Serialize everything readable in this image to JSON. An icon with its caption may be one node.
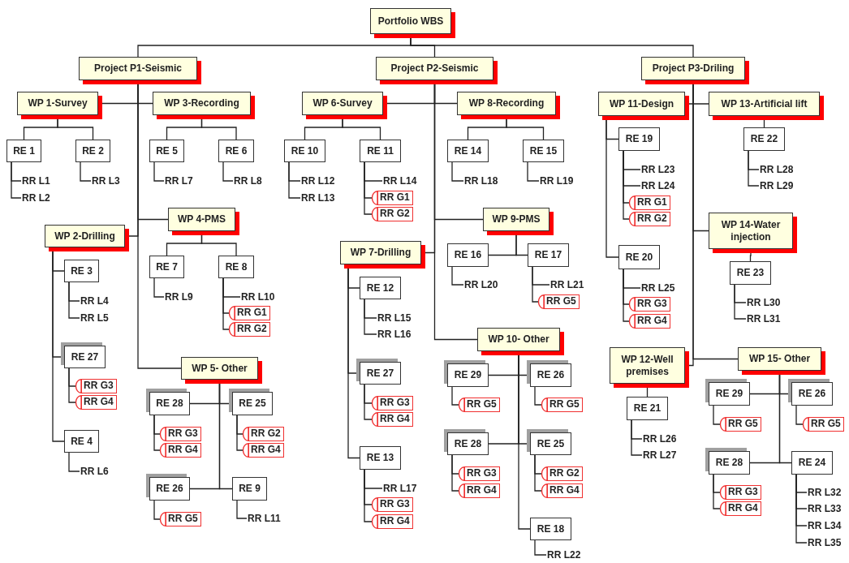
{
  "diagram": {
    "nodes": [
      {
        "text": [
          "Portfolio WBS"
        ]
      },
      {
        "text": [
          "Project P1-Seismic"
        ]
      },
      {
        "text": [
          "WP 1-Survey"
        ]
      },
      {
        "text": [
          "RE 1"
        ]
      },
      {
        "text": [
          "RR L1"
        ]
      },
      {
        "text": [
          "RR L2"
        ]
      },
      {
        "text": [
          "RE 2"
        ]
      },
      {
        "text": [
          "RR L3"
        ]
      },
      {
        "text": [
          "WP 3-Recording"
        ]
      },
      {
        "text": [
          "RE 5"
        ]
      },
      {
        "text": [
          "RR L7"
        ]
      },
      {
        "text": [
          "RE 6"
        ]
      },
      {
        "text": [
          "RR L8"
        ]
      },
      {
        "text": [
          "WP 2-Drilling"
        ]
      },
      {
        "text": [
          "RE 3"
        ]
      },
      {
        "text": [
          "RR L4"
        ]
      },
      {
        "text": [
          "RR L5"
        ]
      },
      {
        "text": [
          "RE 27"
        ]
      },
      {
        "text": [
          "RR G3"
        ]
      },
      {
        "text": [
          "RR G4"
        ]
      },
      {
        "text": [
          "RE 4"
        ]
      },
      {
        "text": [
          "RR L6"
        ]
      },
      {
        "text": [
          "WP 4-PMS"
        ]
      },
      {
        "text": [
          "RE 7"
        ]
      },
      {
        "text": [
          "RR L9"
        ]
      },
      {
        "text": [
          "RE 8"
        ]
      },
      {
        "text": [
          "RR L10"
        ]
      },
      {
        "text": [
          "RR G1"
        ]
      },
      {
        "text": [
          "RR G2"
        ]
      },
      {
        "text": [
          "WP 5- Other"
        ]
      },
      {
        "text": [
          "RE 28"
        ]
      },
      {
        "text": [
          "RR G3"
        ]
      },
      {
        "text": [
          "RR G4"
        ]
      },
      {
        "text": [
          "RE 25"
        ]
      },
      {
        "text": [
          "RR G2"
        ]
      },
      {
        "text": [
          "RR G4"
        ]
      },
      {
        "text": [
          "RE 26"
        ]
      },
      {
        "text": [
          "RR G5"
        ]
      },
      {
        "text": [
          "RE 9"
        ]
      },
      {
        "text": [
          "RR L11"
        ]
      },
      {
        "text": [
          "Project P2-Seismic"
        ]
      },
      {
        "text": [
          "WP 6-Survey"
        ]
      },
      {
        "text": [
          "RE 10"
        ]
      },
      {
        "text": [
          "RR L12"
        ]
      },
      {
        "text": [
          "RR L13"
        ]
      },
      {
        "text": [
          "RE 11"
        ]
      },
      {
        "text": [
          "RR L14"
        ]
      },
      {
        "text": [
          "RR G1"
        ]
      },
      {
        "text": [
          "RR G2"
        ]
      },
      {
        "text": [
          "WP 8-Recording"
        ]
      },
      {
        "text": [
          "RE 14"
        ]
      },
      {
        "text": [
          "RR L18"
        ]
      },
      {
        "text": [
          "RE 15"
        ]
      },
      {
        "text": [
          "RR L19"
        ]
      },
      {
        "text": [
          "WP 7-Drilling"
        ]
      },
      {
        "text": [
          "RE 12"
        ]
      },
      {
        "text": [
          "RR L15"
        ]
      },
      {
        "text": [
          "RR L16"
        ]
      },
      {
        "text": [
          "RE 27"
        ]
      },
      {
        "text": [
          "RR G3"
        ]
      },
      {
        "text": [
          "RR G4"
        ]
      },
      {
        "text": [
          "RE 13"
        ]
      },
      {
        "text": [
          "RR L17"
        ]
      },
      {
        "text": [
          "RR G3"
        ]
      },
      {
        "text": [
          "RR G4"
        ]
      },
      {
        "text": [
          "WP 9-PMS"
        ]
      },
      {
        "text": [
          "RE 16"
        ]
      },
      {
        "text": [
          "RR L20"
        ]
      },
      {
        "text": [
          "RE 17"
        ]
      },
      {
        "text": [
          "RR L21"
        ]
      },
      {
        "text": [
          "RR G5"
        ]
      },
      {
        "text": [
          "WP 10- Other"
        ]
      },
      {
        "text": [
          "RE 29"
        ]
      },
      {
        "text": [
          "RR G5"
        ]
      },
      {
        "text": [
          "RE 26"
        ]
      },
      {
        "text": [
          "RR G5"
        ]
      },
      {
        "text": [
          "RE 28"
        ]
      },
      {
        "text": [
          "RR G3"
        ]
      },
      {
        "text": [
          "RR G4"
        ]
      },
      {
        "text": [
          "RE 25"
        ]
      },
      {
        "text": [
          "RR G2"
        ]
      },
      {
        "text": [
          "RR G4"
        ]
      },
      {
        "text": [
          "RE 18"
        ]
      },
      {
        "text": [
          "RR L22"
        ]
      },
      {
        "text": [
          "Project P3-Driling"
        ]
      },
      {
        "text": [
          "WP 11-Design"
        ]
      },
      {
        "text": [
          "RE 19"
        ]
      },
      {
        "text": [
          "RR L23"
        ]
      },
      {
        "text": [
          "RR L24"
        ]
      },
      {
        "text": [
          "RR G1"
        ]
      },
      {
        "text": [
          "RR G2"
        ]
      },
      {
        "text": [
          "RE 20"
        ]
      },
      {
        "text": [
          "RR L25"
        ]
      },
      {
        "text": [
          "RR G3"
        ]
      },
      {
        "text": [
          "RR G4"
        ]
      },
      {
        "text": [
          "WP 13-Artificial lift"
        ]
      },
      {
        "text": [
          "RE 22"
        ]
      },
      {
        "text": [
          "RR L28"
        ]
      },
      {
        "text": [
          "RR L29"
        ]
      },
      {
        "text": [
          "WP 14-Water injection"
        ]
      },
      {
        "text": [
          "RE 23"
        ]
      },
      {
        "text": [
          "RR L30"
        ]
      },
      {
        "text": [
          "RR L31"
        ]
      },
      {
        "text": [
          "WP 12-Well premises"
        ]
      },
      {
        "text": [
          "RE 21"
        ]
      },
      {
        "text": [
          "RR L26"
        ]
      },
      {
        "text": [
          "RR L27"
        ]
      },
      {
        "text": [
          "WP 15- Other"
        ]
      },
      {
        "text": [
          "RE 29"
        ]
      },
      {
        "text": [
          "RR G5"
        ]
      },
      {
        "text": [
          "RE 26"
        ]
      },
      {
        "text": [
          "RR G5"
        ]
      },
      {
        "text": [
          "RE 28"
        ]
      },
      {
        "text": [
          "RR G3"
        ]
      },
      {
        "text": [
          "RR G4"
        ]
      },
      {
        "text": [
          "RE 24"
        ]
      },
      {
        "text": [
          "RR L32"
        ]
      },
      {
        "text": [
          "RR L33"
        ]
      },
      {
        "text": [
          "RR L34"
        ]
      },
      {
        "text": [
          "RR L35"
        ]
      }
    ],
    "edges": [
      {
        "from": 0,
        "to": 1,
        "arrow": "none"
      },
      {
        "from": 1,
        "to": 2,
        "arrow": "none"
      },
      {
        "from": 2,
        "to": 3,
        "arrow": "none"
      },
      {
        "from": 3,
        "to": 4,
        "arrow": "none"
      },
      {
        "from": 3,
        "to": 5,
        "arrow": "none"
      },
      {
        "from": 2,
        "to": 6,
        "arrow": "none"
      },
      {
        "from": 6,
        "to": 7,
        "arrow": "none"
      },
      {
        "from": 1,
        "to": 8,
        "arrow": "none"
      },
      {
        "from": 8,
        "to": 9,
        "arrow": "none"
      },
      {
        "from": 9,
        "to": 10,
        "arrow": "none"
      },
      {
        "from": 8,
        "to": 11,
        "arrow": "none"
      },
      {
        "from": 11,
        "to": 12,
        "arrow": "none"
      },
      {
        "from": 1,
        "to": 13,
        "arrow": "none"
      },
      {
        "from": 13,
        "to": 14,
        "arrow": "none"
      },
      {
        "from": 14,
        "to": 15,
        "arrow": "none"
      },
      {
        "from": 14,
        "to": 16,
        "arrow": "none"
      },
      {
        "from": 13,
        "to": 17,
        "arrow": "none"
      },
      {
        "from": 17,
        "to": 18,
        "arrow": "none"
      },
      {
        "from": 17,
        "to": 19,
        "arrow": "none"
      },
      {
        "from": 13,
        "to": 20,
        "arrow": "none"
      },
      {
        "from": 20,
        "to": 21,
        "arrow": "none"
      },
      {
        "from": 1,
        "to": 22,
        "arrow": "none"
      },
      {
        "from": 22,
        "to": 23,
        "arrow": "none"
      },
      {
        "from": 23,
        "to": 24,
        "arrow": "none"
      },
      {
        "from": 22,
        "to": 25,
        "arrow": "none"
      },
      {
        "from": 25,
        "to": 26,
        "arrow": "none"
      },
      {
        "from": 25,
        "to": 27,
        "arrow": "none"
      },
      {
        "from": 25,
        "to": 28,
        "arrow": "none"
      },
      {
        "from": 1,
        "to": 29,
        "arrow": "none"
      },
      {
        "from": 29,
        "to": 30,
        "arrow": "none"
      },
      {
        "from": 30,
        "to": 31,
        "arrow": "none"
      },
      {
        "from": 30,
        "to": 32,
        "arrow": "none"
      },
      {
        "from": 29,
        "to": 33,
        "arrow": "none"
      },
      {
        "from": 33,
        "to": 34,
        "arrow": "none"
      },
      {
        "from": 33,
        "to": 35,
        "arrow": "none"
      },
      {
        "from": 29,
        "to": 36,
        "arrow": "none"
      },
      {
        "from": 36,
        "to": 37,
        "arrow": "none"
      },
      {
        "from": 29,
        "to": 38,
        "arrow": "none"
      },
      {
        "from": 38,
        "to": 39,
        "arrow": "none"
      },
      {
        "from": 0,
        "to": 40,
        "arrow": "none"
      },
      {
        "from": 40,
        "to": 41,
        "arrow": "none"
      },
      {
        "from": 41,
        "to": 42,
        "arrow": "none"
      },
      {
        "from": 42,
        "to": 43,
        "arrow": "none"
      },
      {
        "from": 42,
        "to": 44,
        "arrow": "none"
      },
      {
        "from": 41,
        "to": 45,
        "arrow": "none"
      },
      {
        "from": 45,
        "to": 46,
        "arrow": "none"
      },
      {
        "from": 45,
        "to": 47,
        "arrow": "none"
      },
      {
        "from": 45,
        "to": 48,
        "arrow": "none"
      },
      {
        "from": 40,
        "to": 49,
        "arrow": "none"
      },
      {
        "from": 49,
        "to": 50,
        "arrow": "none"
      },
      {
        "from": 50,
        "to": 51,
        "arrow": "none"
      },
      {
        "from": 49,
        "to": 52,
        "arrow": "none"
      },
      {
        "from": 52,
        "to": 53,
        "arrow": "none"
      },
      {
        "from": 40,
        "to": 54,
        "arrow": "none"
      },
      {
        "from": 54,
        "to": 55,
        "arrow": "none"
      },
      {
        "from": 55,
        "to": 56,
        "arrow": "none"
      },
      {
        "from": 55,
        "to": 57,
        "arrow": "none"
      },
      {
        "from": 54,
        "to": 58,
        "arrow": "none"
      },
      {
        "from": 58,
        "to": 59,
        "arrow": "none"
      },
      {
        "from": 58,
        "to": 60,
        "arrow": "none"
      },
      {
        "from": 54,
        "to": 61,
        "arrow": "none"
      },
      {
        "from": 61,
        "to": 62,
        "arrow": "none"
      },
      {
        "from": 61,
        "to": 63,
        "arrow": "none"
      },
      {
        "from": 61,
        "to": 64,
        "arrow": "none"
      },
      {
        "from": 40,
        "to": 65,
        "arrow": "none"
      },
      {
        "from": 65,
        "to": 66,
        "arrow": "none"
      },
      {
        "from": 66,
        "to": 67,
        "arrow": "none"
      },
      {
        "from": 65,
        "to": 68,
        "arrow": "none"
      },
      {
        "from": 68,
        "to": 69,
        "arrow": "none"
      },
      {
        "from": 68,
        "to": 70,
        "arrow": "none"
      },
      {
        "from": 40,
        "to": 71,
        "arrow": "none"
      },
      {
        "from": 71,
        "to": 72,
        "arrow": "none"
      },
      {
        "from": 72,
        "to": 73,
        "arrow": "none"
      },
      {
        "from": 71,
        "to": 74,
        "arrow": "none"
      },
      {
        "from": 74,
        "to": 75,
        "arrow": "none"
      },
      {
        "from": 71,
        "to": 76,
        "arrow": "none"
      },
      {
        "from": 76,
        "to": 77,
        "arrow": "none"
      },
      {
        "from": 76,
        "to": 78,
        "arrow": "none"
      },
      {
        "from": 71,
        "to": 79,
        "arrow": "none"
      },
      {
        "from": 79,
        "to": 80,
        "arrow": "none"
      },
      {
        "from": 79,
        "to": 81,
        "arrow": "none"
      },
      {
        "from": 71,
        "to": 82,
        "arrow": "none"
      },
      {
        "from": 82,
        "to": 83,
        "arrow": "none"
      },
      {
        "from": 0,
        "to": 84,
        "arrow": "none"
      },
      {
        "from": 84,
        "to": 85,
        "arrow": "none"
      },
      {
        "from": 85,
        "to": 86,
        "arrow": "none"
      },
      {
        "from": 86,
        "to": 87,
        "arrow": "none"
      },
      {
        "from": 86,
        "to": 88,
        "arrow": "none"
      },
      {
        "from": 86,
        "to": 89,
        "arrow": "none"
      },
      {
        "from": 86,
        "to": 90,
        "arrow": "none"
      },
      {
        "from": 85,
        "to": 91,
        "arrow": "none"
      },
      {
        "from": 91,
        "to": 92,
        "arrow": "none"
      },
      {
        "from": 91,
        "to": 93,
        "arrow": "none"
      },
      {
        "from": 91,
        "to": 94,
        "arrow": "none"
      },
      {
        "from": 84,
        "to": 95,
        "arrow": "none"
      },
      {
        "from": 95,
        "to": 96,
        "arrow": "none"
      },
      {
        "from": 96,
        "to": 97,
        "arrow": "none"
      },
      {
        "from": 96,
        "to": 98,
        "arrow": "none"
      },
      {
        "from": 84,
        "to": 99,
        "arrow": "none"
      },
      {
        "from": 99,
        "to": 100,
        "arrow": "none"
      },
      {
        "from": 100,
        "to": 101,
        "arrow": "none"
      },
      {
        "from": 100,
        "to": 102,
        "arrow": "none"
      },
      {
        "from": 84,
        "to": 103,
        "arrow": "none"
      },
      {
        "from": 103,
        "to": 104,
        "arrow": "none"
      },
      {
        "from": 104,
        "to": 105,
        "arrow": "none"
      },
      {
        "from": 104,
        "to": 106,
        "arrow": "none"
      },
      {
        "from": 84,
        "to": 107,
        "arrow": "none"
      },
      {
        "from": 107,
        "to": 108,
        "arrow": "none"
      },
      {
        "from": 108,
        "to": 109,
        "arrow": "none"
      },
      {
        "from": 107,
        "to": 110,
        "arrow": "none"
      },
      {
        "from": 110,
        "to": 111,
        "arrow": "none"
      },
      {
        "from": 107,
        "to": 112,
        "arrow": "none"
      },
      {
        "from": 112,
        "to": 113,
        "arrow": "none"
      },
      {
        "from": 112,
        "to": 114,
        "arrow": "none"
      },
      {
        "from": 107,
        "to": 115,
        "arrow": "none"
      },
      {
        "from": 115,
        "to": 116,
        "arrow": "none"
      },
      {
        "from": 115,
        "to": 117,
        "arrow": "none"
      },
      {
        "from": 115,
        "to": 118,
        "arrow": "none"
      },
      {
        "from": 115,
        "to": 119,
        "arrow": "none"
      }
    ]
  }
}
